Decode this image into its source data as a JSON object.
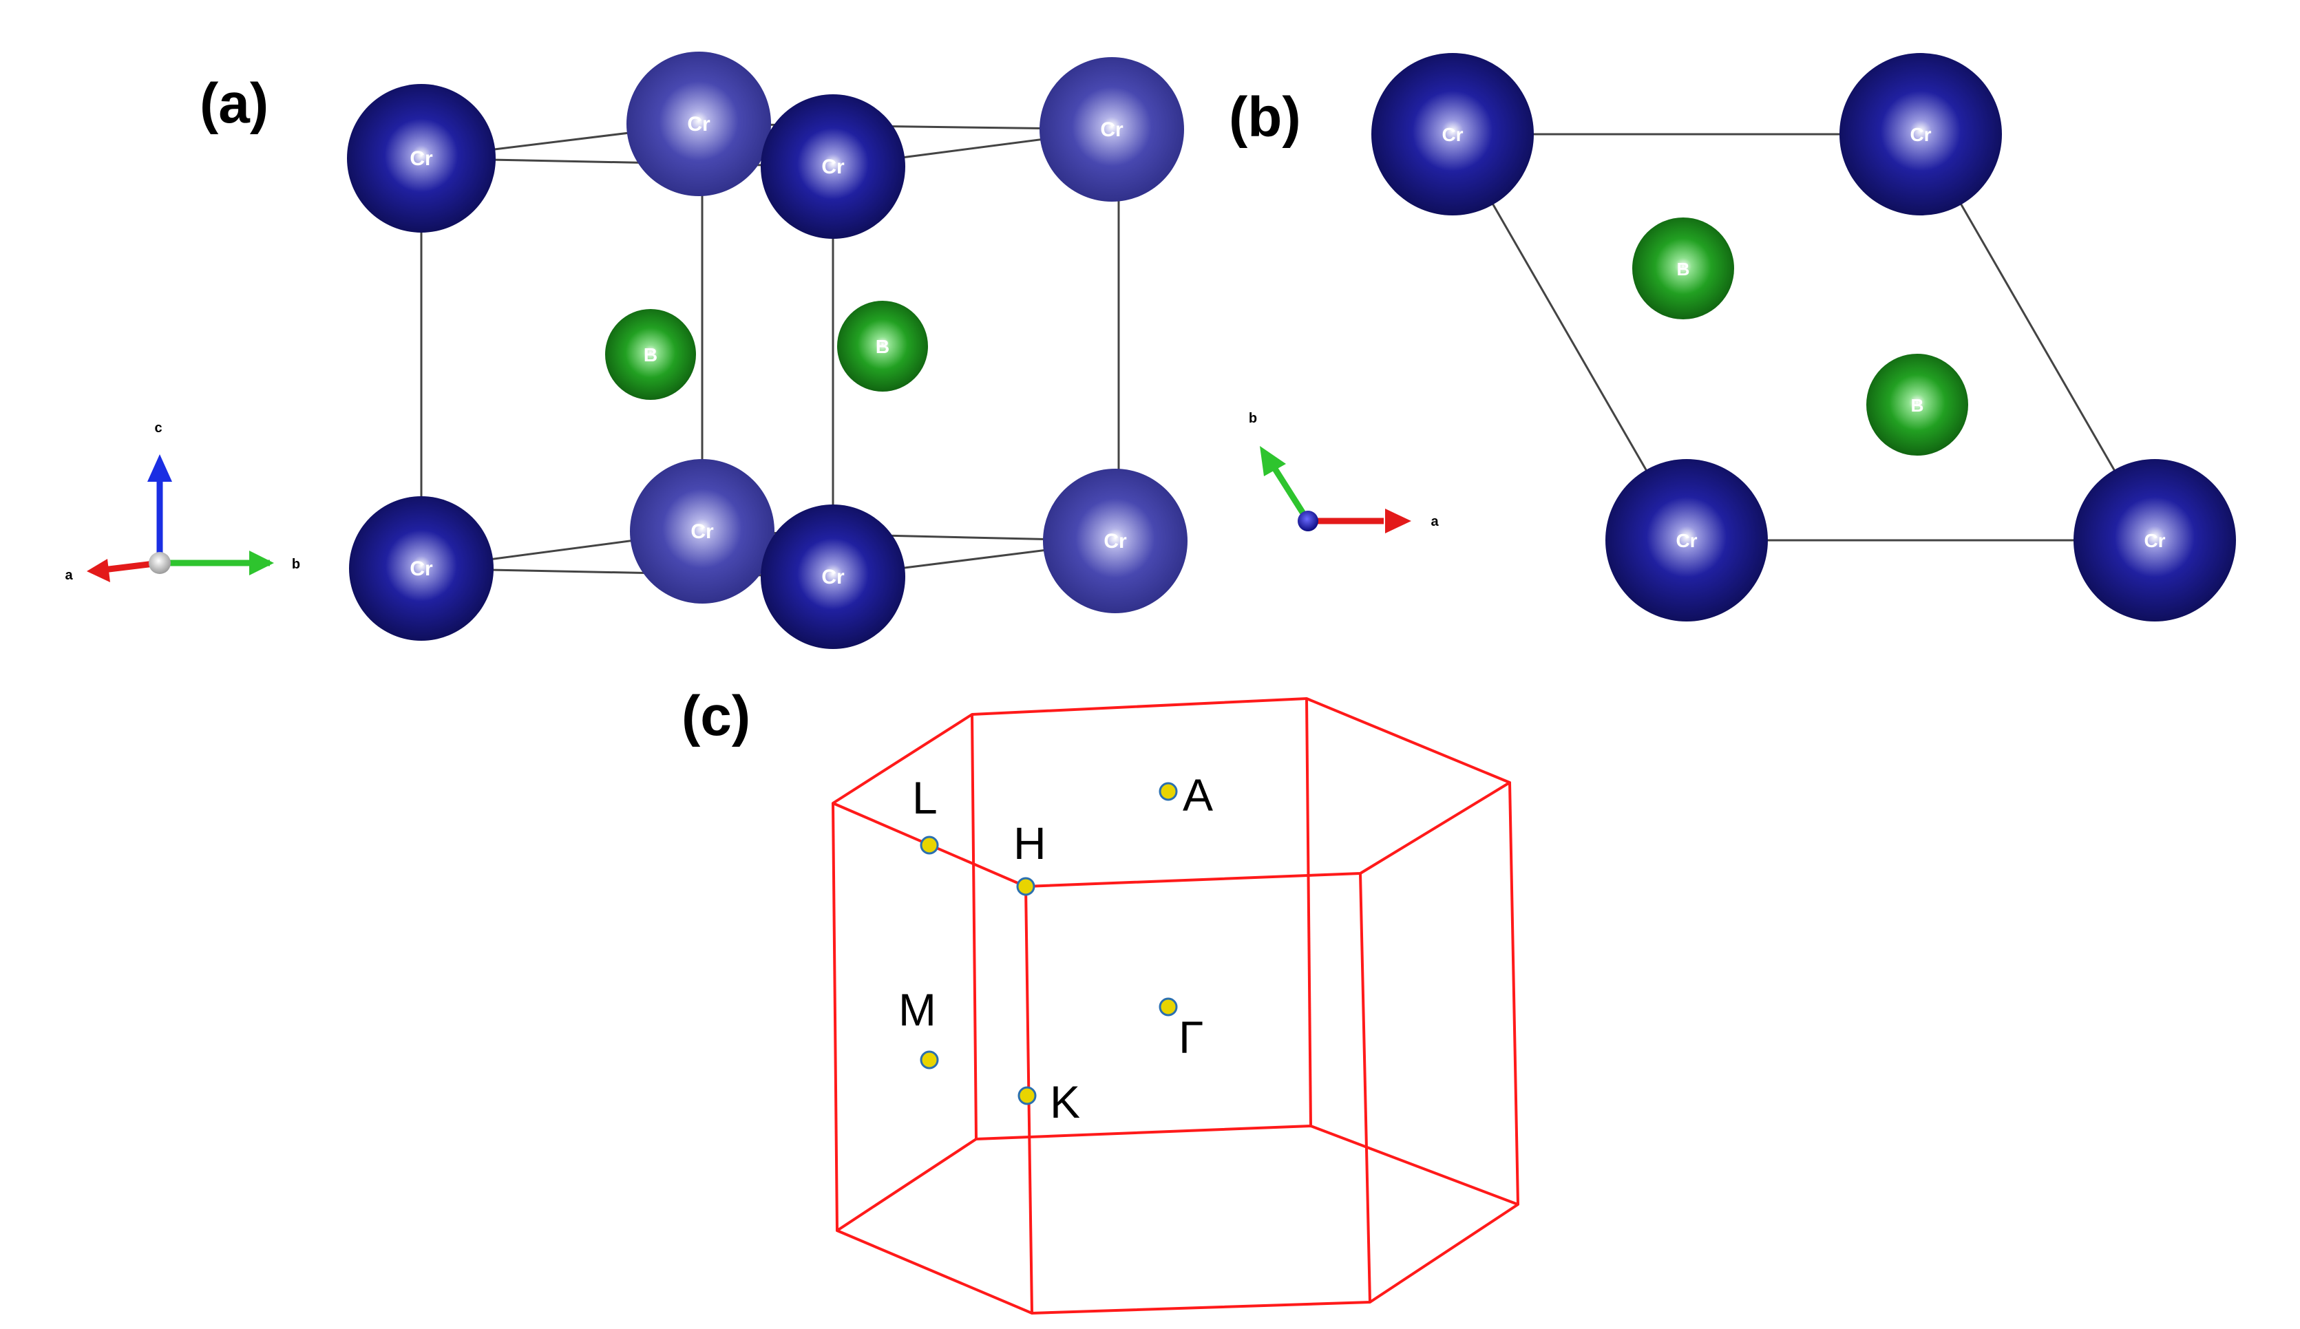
{
  "panels": {
    "a": {
      "label": "(a)"
    },
    "b": {
      "label": "(b)"
    },
    "c": {
      "label": "(c)"
    }
  },
  "atoms": {
    "cr_label": "Cr",
    "b_label": "B"
  },
  "axes": {
    "a": "a",
    "b": "b",
    "c": "c"
  },
  "kpoints": {
    "L": "L",
    "H": "H",
    "A": "A",
    "M": "M",
    "K": "K",
    "Gamma": "Γ"
  },
  "colors": {
    "cr_front": "#1a1a7a",
    "cr_back": "#4a4aa6",
    "boron": "#1f8f1f",
    "bz_edge": "#ff1a1a",
    "kpoint_fill": "#e8d400",
    "axis_a": "#e31a1a",
    "axis_b": "#2ec42e",
    "axis_c": "#1a2ee3"
  }
}
